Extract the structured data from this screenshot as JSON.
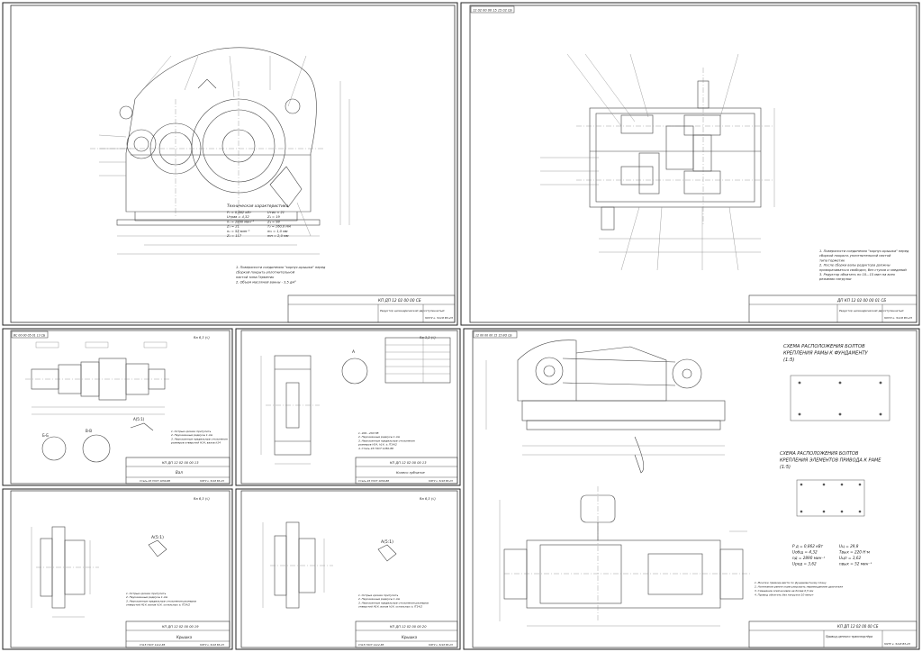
{
  "sheet1": {
    "tech_title": "Техническая характеристика",
    "tech_specs": [
      "P₁ = 0,862 кВт",
      "Uтрав = 4,32",
      "n₁ = 2890 мин⁻¹",
      "Z₁ = 21",
      "n₂ = 52 мин⁻¹",
      "Z₂ = 117",
      "Uтих = 21",
      "Z₃ = 19",
      "Z₄ = 98",
      "T₂ = 160,0 Нм",
      "m₂ = 1,0 мм",
      "mп = 2,0 мм"
    ],
    "notes": [
      "1. Поверхности соединения \"корпус-крышка\" перед",
      "сборкой покрыть уплотнительной",
      "пастой типа Герметик",
      "2. Объем масляной ванны - 3,5 дм³"
    ],
    "doc_code": "КП ДП 12 02 00 00 СБ",
    "doc_name": "Редуктор цилиндрический двухступенчатый",
    "org": "ЮУГУ к. 5118 ВЗ-2Л"
  },
  "sheet2": {
    "corner_code": "12 02 00 00 15 15 02 СБ",
    "notes": [
      "1. Поверхности соединения \"корпус-крышка\" перед",
      "сборкой покрыть уплотнительной пастой",
      "типа Герметик",
      "2. После сборки валы редуктора должны",
      "проворачиваться свободно, без стуков и заеданий",
      "3. Редуктор обкатать по 10...15 мин на всех",
      "режимах нагрузки"
    ],
    "doc_code": "ДП КП 12 02 00 00 01 СБ",
    "doc_name": "Редуктор цилиндрический двухступенчатый",
    "org": "ЮУГУ к. 5118 ВЗ-2Л"
  },
  "sheet3": {
    "corner_code": "ВС 00 00 05 01 13 СБ",
    "roughness": "Ra 6,3 (√)",
    "section1": "Б-Б",
    "section2": "В-В",
    "view_label": "А(5:1)",
    "notes": [
      "1. Острые кромки притупить",
      "2. Неуказанные радиусы 1 мм",
      "3. Неуказанные предельные отклонения",
      "размеров отверстий H14, валов h14"
    ],
    "doc_code": "КП ДП 12 02 00 00 13",
    "doc_name": "Вал",
    "material": "Сталь 45 ГОСТ 1050-88",
    "org": "ЮУГУ к. 5118 ВЗ-2Л"
  },
  "sheet4": {
    "roughness": "Ra 3,2 (√)",
    "view_label": "A",
    "notes": [
      "1. 200...230 HB",
      "2. Неуказанные радиусы 1 мм",
      "3. Неуказанные предельные отклонения",
      "размеров H14, h14, ± IT14/2",
      "4. Сталь 45 ГОСТ 1050-88"
    ],
    "doc_code": "КП ДП 12 02 00 00 13",
    "doc_name": "Колесо зубчатое",
    "material": "Сталь 45 ГОСТ 1050-88",
    "org": "ЮУГУ к. 5118 ВЗ-2Л"
  },
  "sheet5": {
    "roughness": "Ra 6,3 (√)",
    "view_label": "A(5:1)",
    "notes": [
      "1. Острые кромки притупить",
      "2. Неуказанные радиусы 1 мм",
      "3. Неуказанные предельные отклонения размеров",
      "отверстий H14, валов h14, остальных ± IT14/2"
    ],
    "doc_code": "КП ДП 12 02 00 00 19",
    "doc_name": "Крышка",
    "material": "СЧ15 ГОСТ 1412-85",
    "org": "ЮУГУ к. 5118 ВЗ-2Л"
  },
  "sheet6": {
    "roughness": "Ra 6,3 (√)",
    "view_label": "A(5:1)",
    "notes": [
      "1. Острые кромки притупить",
      "2. Неуказанные радиусы 1 мм",
      "3. Неуказанные предельные отклонения размеров",
      "отверстий H14, валов h14, остальных ± IT14/2"
    ],
    "doc_code": "КП ДП 12 02 00 00 20",
    "doc_name": "Крышка",
    "material": "СЧ15 ГОСТ 1412-85",
    "org": "ЮУГУ к. 5118 ВЗ-2Л"
  },
  "sheet7": {
    "corner_code": "12 00 00 00 15 15 ВО СБ",
    "scheme1_title": [
      "СХЕМА РАСПОЛОЖЕНИЯ БОЛТОВ",
      "КРЕПЛЕНИЯ РАМЫ К ФУНДАМЕНТУ",
      "(1:5)"
    ],
    "scheme2_title": [
      "СХЕМА РАСПОЛОЖЕНИЯ БОЛТОВ",
      "КРЕПЛЕНИЯ ЭЛЕМЕНТОВ ПРИВОДА К РАМЕ",
      "(1:5)"
    ],
    "specs": [
      "P д = 0,862 кВт",
      "Uобщ = 4,32",
      "nд = 2890 мин⁻¹",
      "Uред = 3,62",
      "Uц = 29,8",
      "Tвых = 220 Н·м",
      "Uцп = 3,62",
      "nвых = 52 мин⁻¹"
    ],
    "notes": [
      "1. Монтаж привода вести по фундаментному плану",
      "2. Натяжение ремня отрегулировать перемещением двигателя",
      "3. Смещение осей шкивов не более 0,5 мм",
      "4. Привод обкатать без нагрузки 10 минут"
    ],
    "doc_code": "КП ДП 12 02 00 00 СБ",
    "doc_name": "Привод цепного транспортёра",
    "org": "ЮУГУ к. 5118 ВЗ-2Л"
  }
}
